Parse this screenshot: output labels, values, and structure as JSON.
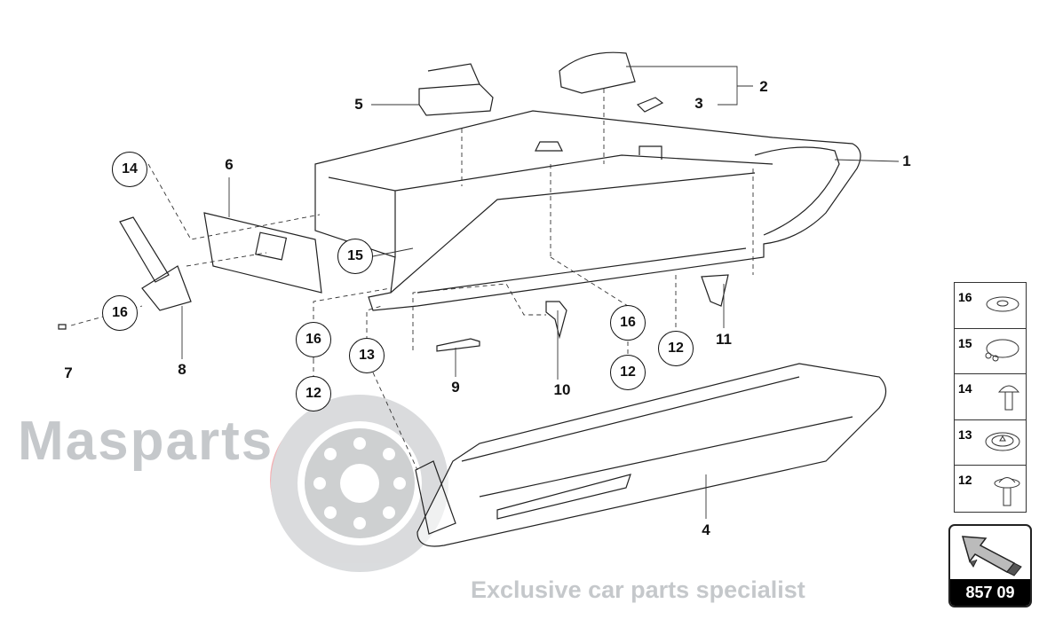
{
  "watermark": {
    "brand": "Masparts",
    "tagline": "Exclusive car parts specialist"
  },
  "callouts": {
    "c1": "1",
    "c2": "2",
    "c3": "3",
    "c4": "4",
    "c5": "5",
    "c6": "6",
    "c7": "7",
    "c8": "8",
    "c9": "9",
    "c10": "10",
    "c11": "11",
    "circ14": "14",
    "circ15": "15",
    "circ16a": "16",
    "circ16b": "16",
    "circ12b": "12",
    "circ13": "13",
    "circ16c": "16",
    "circ12c": "12",
    "circ12d": "12"
  },
  "legend": [
    {
      "number": "16",
      "icon": "washer-icon"
    },
    {
      "number": "15",
      "icon": "circlip-icon"
    },
    {
      "number": "14",
      "icon": "screw-icon"
    },
    {
      "number": "13",
      "icon": "clip-nut-icon"
    },
    {
      "number": "12",
      "icon": "flange-screw-icon"
    }
  ],
  "navigation": {
    "page_code": "857 09",
    "icon": "arrow-icon"
  }
}
